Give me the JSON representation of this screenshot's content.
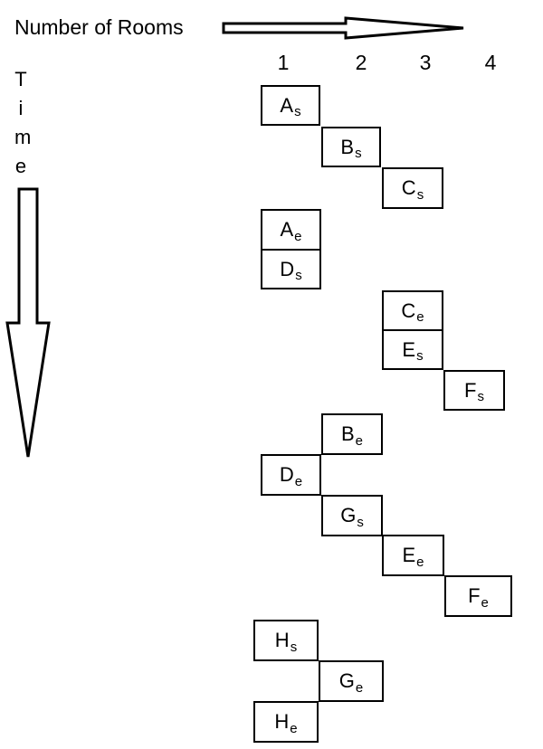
{
  "header": {
    "title": "Number of Rooms",
    "columns": [
      "1",
      "2",
      "3",
      "4"
    ]
  },
  "time_axis": {
    "letters": [
      "T",
      "i",
      "m",
      "e"
    ]
  },
  "colors": {
    "stroke": "#000000",
    "background": "#ffffff"
  },
  "icons": {
    "rooms_arrow": "right-arrow-icon",
    "time_arrow": "down-arrow-icon"
  },
  "events": [
    {
      "letter": "A",
      "sub": "s"
    },
    {
      "letter": "B",
      "sub": "s"
    },
    {
      "letter": "C",
      "sub": "s"
    },
    {
      "letter": "A",
      "sub": "e"
    },
    {
      "letter": "D",
      "sub": "s"
    },
    {
      "letter": "C",
      "sub": "e"
    },
    {
      "letter": "E",
      "sub": "s"
    },
    {
      "letter": "F",
      "sub": "s"
    },
    {
      "letter": "B",
      "sub": "e"
    },
    {
      "letter": "D",
      "sub": "e"
    },
    {
      "letter": "G",
      "sub": "s"
    },
    {
      "letter": "E",
      "sub": "e"
    },
    {
      "letter": "F",
      "sub": "e"
    },
    {
      "letter": "H",
      "sub": "s"
    },
    {
      "letter": "G",
      "sub": "e"
    },
    {
      "letter": "H",
      "sub": "e"
    }
  ]
}
